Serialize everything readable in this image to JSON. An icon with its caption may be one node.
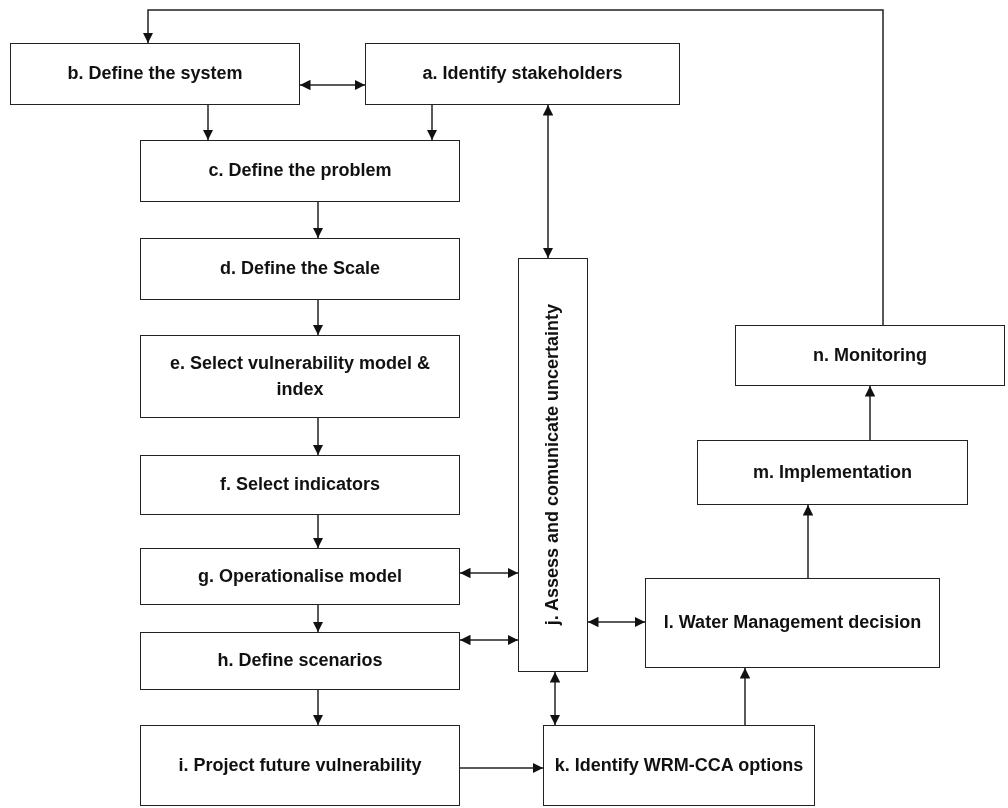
{
  "diagram": {
    "nodes": [
      {
        "text": [
          "b. Define the system"
        ]
      },
      {
        "text": [
          "a. Identify stakeholders"
        ]
      },
      {
        "text": [
          "c. Define the problem"
        ]
      },
      {
        "text": [
          "d. Define the Scale"
        ]
      },
      {
        "text": [
          "e. Select vulnerability model & index"
        ]
      },
      {
        "text": [
          "f. Select indicators"
        ]
      },
      {
        "text": [
          "g. Operationalise model"
        ]
      },
      {
        "text": [
          "h. Define scenarios"
        ]
      },
      {
        "text": [
          "i. Project future vulnerability"
        ]
      },
      {
        "text": [
          "j. Assess and comunicate uncertainty"
        ]
      },
      {
        "text": [
          "k. Identify WRM-CCA options"
        ]
      },
      {
        "text": [
          "l. Water Management decision"
        ]
      },
      {
        "text": [
          "m. Implementation"
        ]
      },
      {
        "text": [
          "n. Monitoring"
        ]
      }
    ],
    "edges": [
      {
        "from": 0,
        "to": 1,
        "arrow": "both"
      },
      {
        "from": 0,
        "to": 2,
        "arrow": "to"
      },
      {
        "from": 1,
        "to": 2,
        "arrow": "to"
      },
      {
        "from": 2,
        "to": 3,
        "arrow": "to"
      },
      {
        "from": 3,
        "to": 4,
        "arrow": "to"
      },
      {
        "from": 4,
        "to": 5,
        "arrow": "to"
      },
      {
        "from": 5,
        "to": 6,
        "arrow": "to"
      },
      {
        "from": 6,
        "to": 7,
        "arrow": "to"
      },
      {
        "from": 7,
        "to": 8,
        "arrow": "to"
      },
      {
        "from": 1,
        "to": 9,
        "arrow": "both"
      },
      {
        "from": 6,
        "to": 9,
        "arrow": "both"
      },
      {
        "from": 7,
        "to": 9,
        "arrow": "both"
      },
      {
        "from": 9,
        "to": 11,
        "arrow": "both"
      },
      {
        "from": 9,
        "to": 10,
        "arrow": "both"
      },
      {
        "from": 8,
        "to": 10,
        "arrow": "to"
      },
      {
        "from": 10,
        "to": 11,
        "arrow": "to"
      },
      {
        "from": 11,
        "to": 12,
        "arrow": "to"
      },
      {
        "from": 12,
        "to": 13,
        "arrow": "to"
      },
      {
        "from": 13,
        "to": 0,
        "arrow": "to"
      }
    ]
  }
}
